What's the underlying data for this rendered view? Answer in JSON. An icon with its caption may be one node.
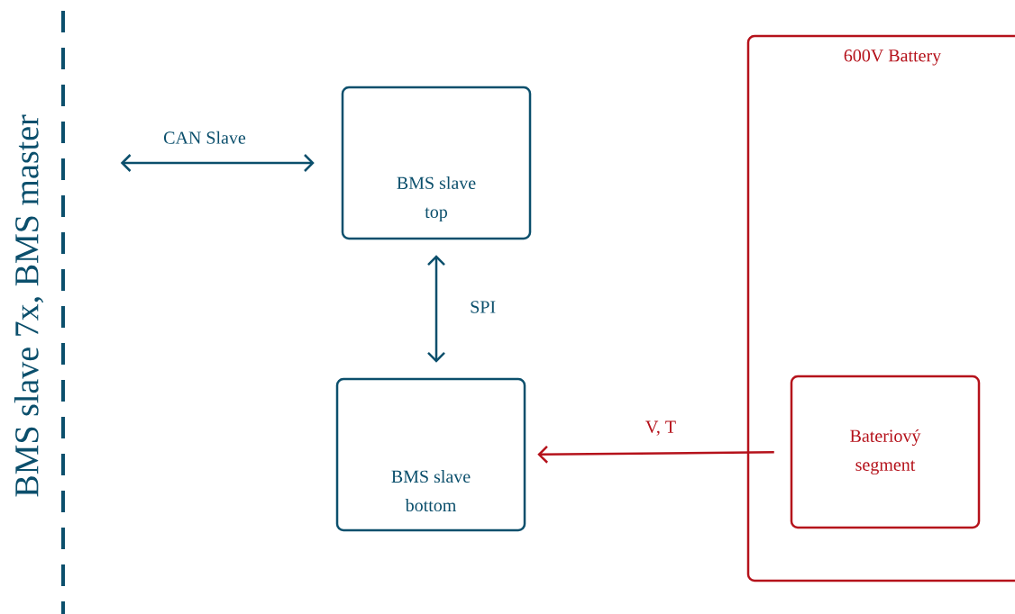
{
  "diagram": {
    "nodes": [
      {
        "text": [
          "BMS slave top"
        ]
      },
      {
        "text": [
          "BMS slave bottom"
        ]
      },
      {
        "text": [
          "600V Battery"
        ]
      },
      {
        "text": [
          "Bateriový segment"
        ],
        "in": 2
      }
    ],
    "edges": [
      {
        "from": null,
        "to": 0,
        "arrow": "both",
        "label": "CAN Slave"
      },
      {
        "from": 0,
        "to": 1,
        "arrow": "both",
        "label": "SPI"
      },
      {
        "from": 3,
        "to": 1,
        "arrow": "to",
        "label": "V, T",
        "color": "#b5121b"
      }
    ],
    "labels": [
      "BMS slave 7x, BMS master"
    ]
  }
}
